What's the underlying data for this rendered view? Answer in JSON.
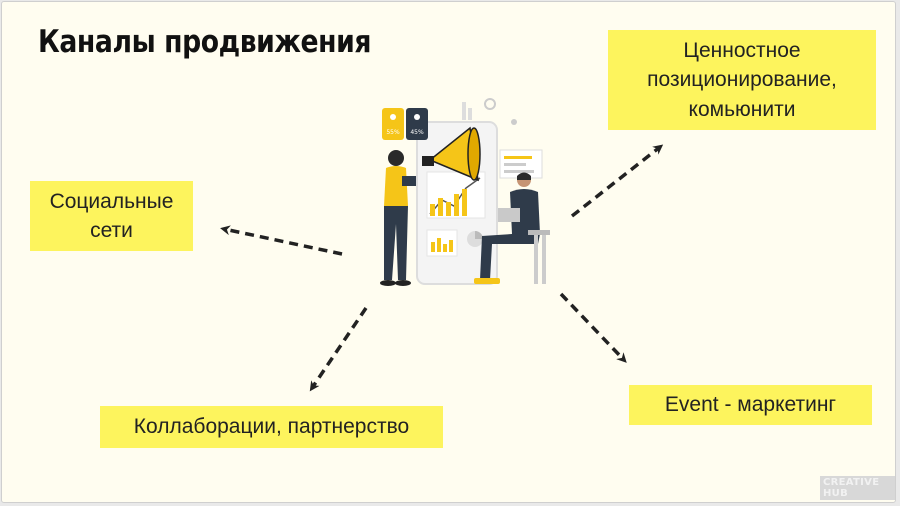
{
  "slide": {
    "title": "Каналы продвижения",
    "boxes": {
      "social": "Социальные\nсети",
      "value": "Ценностное\nпозиционирование,\nкомьюнити",
      "collab": "Коллаборации, партнерство",
      "event": "Event - маркетинг"
    },
    "illustration": {
      "badge_left": "55%",
      "badge_right": "45%"
    },
    "watermark": "CREATIVE HUB"
  },
  "colors": {
    "accent_yellow": "#fdf45d",
    "illustration_yellow": "#f5c518",
    "arrow": "#222222"
  }
}
